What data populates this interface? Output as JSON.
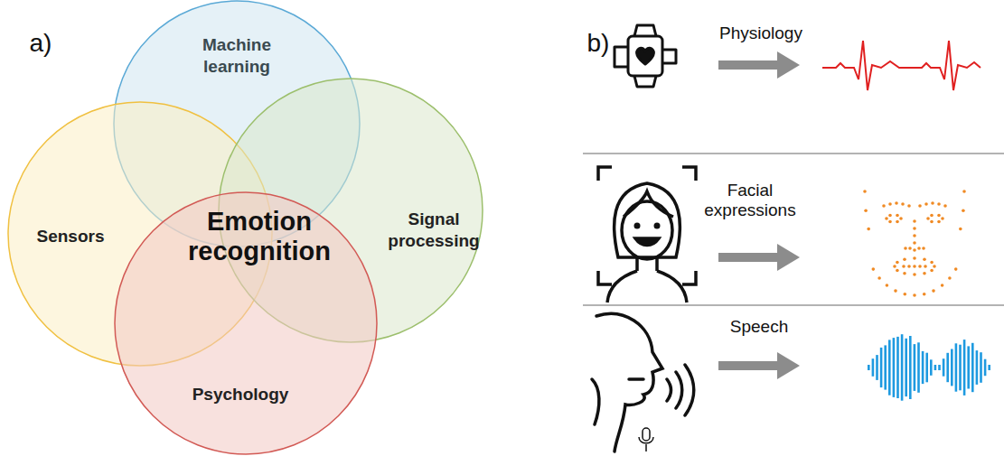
{
  "diagram": {
    "nodes": [
      {
        "text": [
          "Machine learning"
        ]
      },
      {
        "text": [
          "Sensors"
        ]
      },
      {
        "text": [
          "Signal processing"
        ]
      },
      {
        "text": [
          "Psychology"
        ]
      }
    ],
    "labels": [
      "a)",
      "b)",
      "Emotion recognition",
      "Physiology",
      "Facial expressions",
      "Speech"
    ]
  }
}
